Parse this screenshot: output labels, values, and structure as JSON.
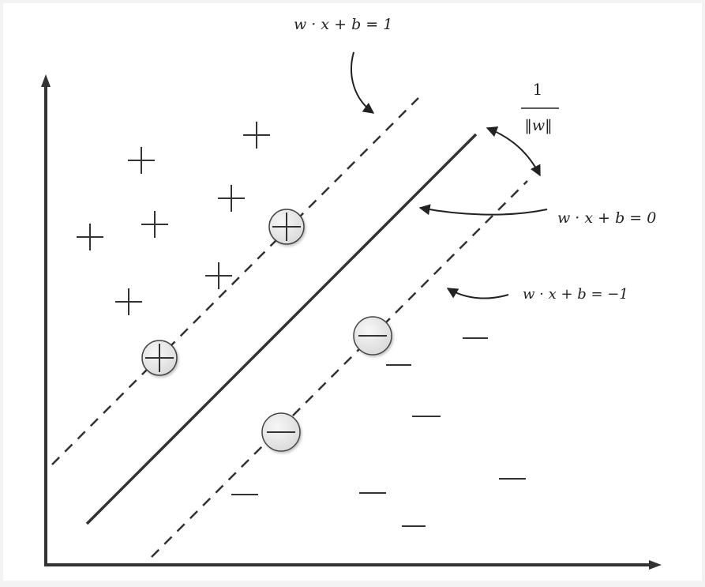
{
  "labels": {
    "margin_positive": "w · x + b = 1",
    "hyperplane": "w · x + b = 0",
    "margin_negative": "w · x + b = −1",
    "margin_width_numerator": "1",
    "margin_width_denominator": "‖w‖"
  },
  "markers": {
    "positive_symbol": "+",
    "negative_symbol": "−"
  },
  "colors": {
    "background": "#ffffff",
    "frame": "#f3f3f3",
    "line": "#333333",
    "support_vector_fill": "#ececec"
  }
}
